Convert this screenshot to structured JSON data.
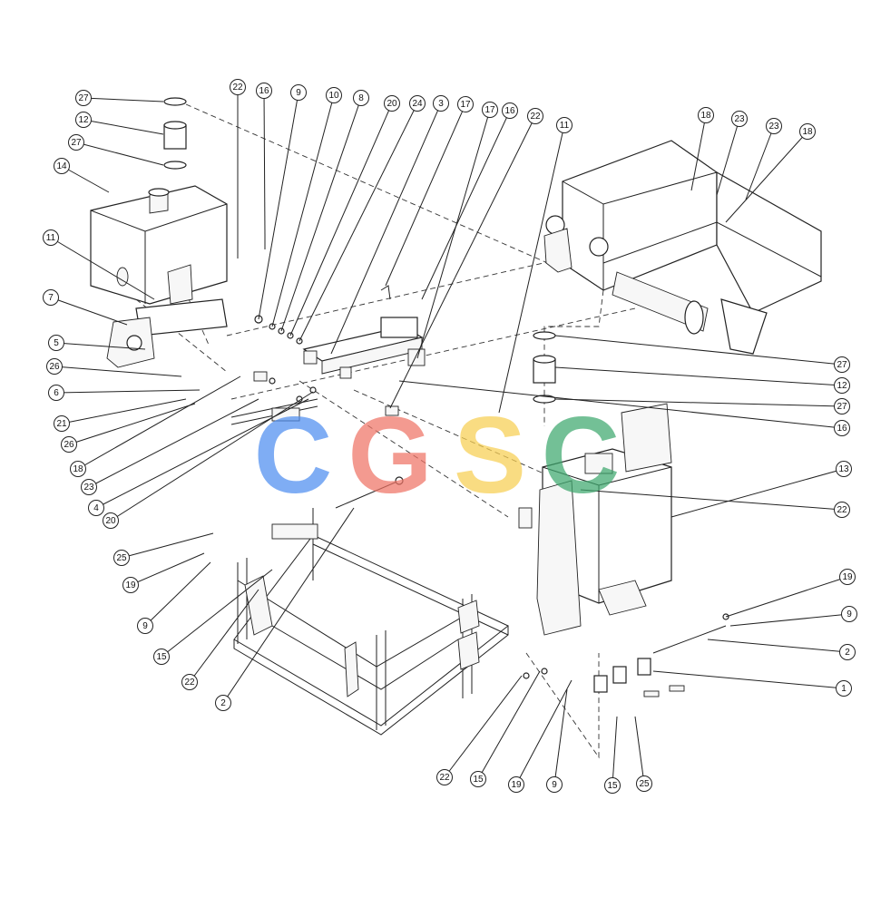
{
  "watermark": {
    "letters": [
      "C",
      "G",
      "S",
      "C"
    ],
    "colors": [
      "#4f8ef0",
      "#ef7466",
      "#f8cf53",
      "#3ea86e"
    ]
  },
  "callouts": [
    {
      "id": "c27a",
      "label": "27"
    },
    {
      "id": "c12a",
      "label": "12"
    },
    {
      "id": "c27b",
      "label": "27"
    },
    {
      "id": "c14",
      "label": "14"
    },
    {
      "id": "c11a",
      "label": "11"
    },
    {
      "id": "c7",
      "label": "7"
    },
    {
      "id": "c5",
      "label": "5"
    },
    {
      "id": "c26a",
      "label": "26"
    },
    {
      "id": "c6",
      "label": "6"
    },
    {
      "id": "c21",
      "label": "21"
    },
    {
      "id": "c26b",
      "label": "26"
    },
    {
      "id": "c18a",
      "label": "18"
    },
    {
      "id": "c23a",
      "label": "23"
    },
    {
      "id": "c4",
      "label": "4"
    },
    {
      "id": "c20a",
      "label": "20"
    },
    {
      "id": "c25a",
      "label": "25"
    },
    {
      "id": "c19a",
      "label": "19"
    },
    {
      "id": "c9a",
      "label": "9"
    },
    {
      "id": "c15a",
      "label": "15"
    },
    {
      "id": "c22a",
      "label": "22"
    },
    {
      "id": "c2a",
      "label": "2"
    },
    {
      "id": "c22t",
      "label": "22"
    },
    {
      "id": "c16t",
      "label": "16"
    },
    {
      "id": "c9t",
      "label": "9"
    },
    {
      "id": "c10",
      "label": "10"
    },
    {
      "id": "c8",
      "label": "8"
    },
    {
      "id": "c20t",
      "label": "20"
    },
    {
      "id": "c24",
      "label": "24"
    },
    {
      "id": "c3",
      "label": "3"
    },
    {
      "id": "c17a",
      "label": "17"
    },
    {
      "id": "c17b",
      "label": "17"
    },
    {
      "id": "c16b",
      "label": "16"
    },
    {
      "id": "c22b",
      "label": "22"
    },
    {
      "id": "c11b",
      "label": "11"
    },
    {
      "id": "c18b",
      "label": "18"
    },
    {
      "id": "c23b",
      "label": "23"
    },
    {
      "id": "c23c",
      "label": "23"
    },
    {
      "id": "c18c",
      "label": "18"
    },
    {
      "id": "c27c",
      "label": "27"
    },
    {
      "id": "c12b",
      "label": "12"
    },
    {
      "id": "c27d",
      "label": "27"
    },
    {
      "id": "c16c",
      "label": "16"
    },
    {
      "id": "c13",
      "label": "13"
    },
    {
      "id": "c22c",
      "label": "22"
    },
    {
      "id": "c19b",
      "label": "19"
    },
    {
      "id": "c9b",
      "label": "9"
    },
    {
      "id": "c2b",
      "label": "2"
    },
    {
      "id": "c1",
      "label": "1"
    },
    {
      "id": "c22d",
      "label": "22"
    },
    {
      "id": "c15b",
      "label": "15"
    },
    {
      "id": "c19c",
      "label": "19"
    },
    {
      "id": "c9c",
      "label": "9"
    },
    {
      "id": "c15c",
      "label": "15"
    },
    {
      "id": "c25b",
      "label": "25"
    }
  ]
}
